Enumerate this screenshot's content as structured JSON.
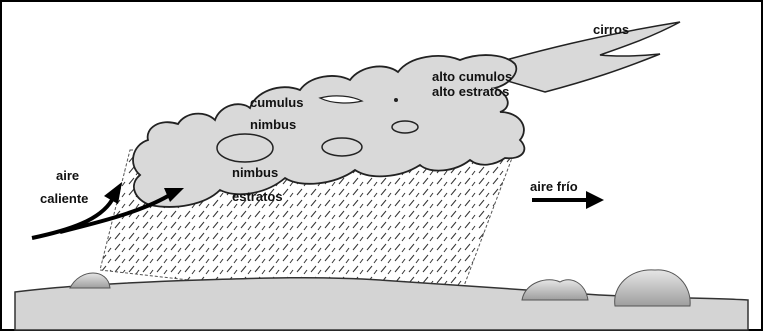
{
  "labels": {
    "cirros": "cirros",
    "alto_cumulos": "alto cumulos",
    "alto_estratos": "alto estratos",
    "cumulus": "cumulus",
    "nimbus": "nimbus",
    "nimbus_estratos_line1": "nimbus",
    "nimbus_estratos_line2": "estratos",
    "aire_caliente_line1": "aire",
    "aire_caliente_line2": "caliente",
    "aire_frio": "aire frío"
  },
  "colors": {
    "cloud_fill": "#d9d9d9",
    "cloud_outline": "#222222",
    "ground_fill": "#d4d4d4",
    "bush_fill": "#bdbdbd",
    "arrow": "#000000",
    "rain_dash": "#333333",
    "border": "#000000"
  },
  "icons": {
    "warm_air_arrow": "curved-arrow-up-right",
    "cold_air_arrow": "arrow-right"
  }
}
